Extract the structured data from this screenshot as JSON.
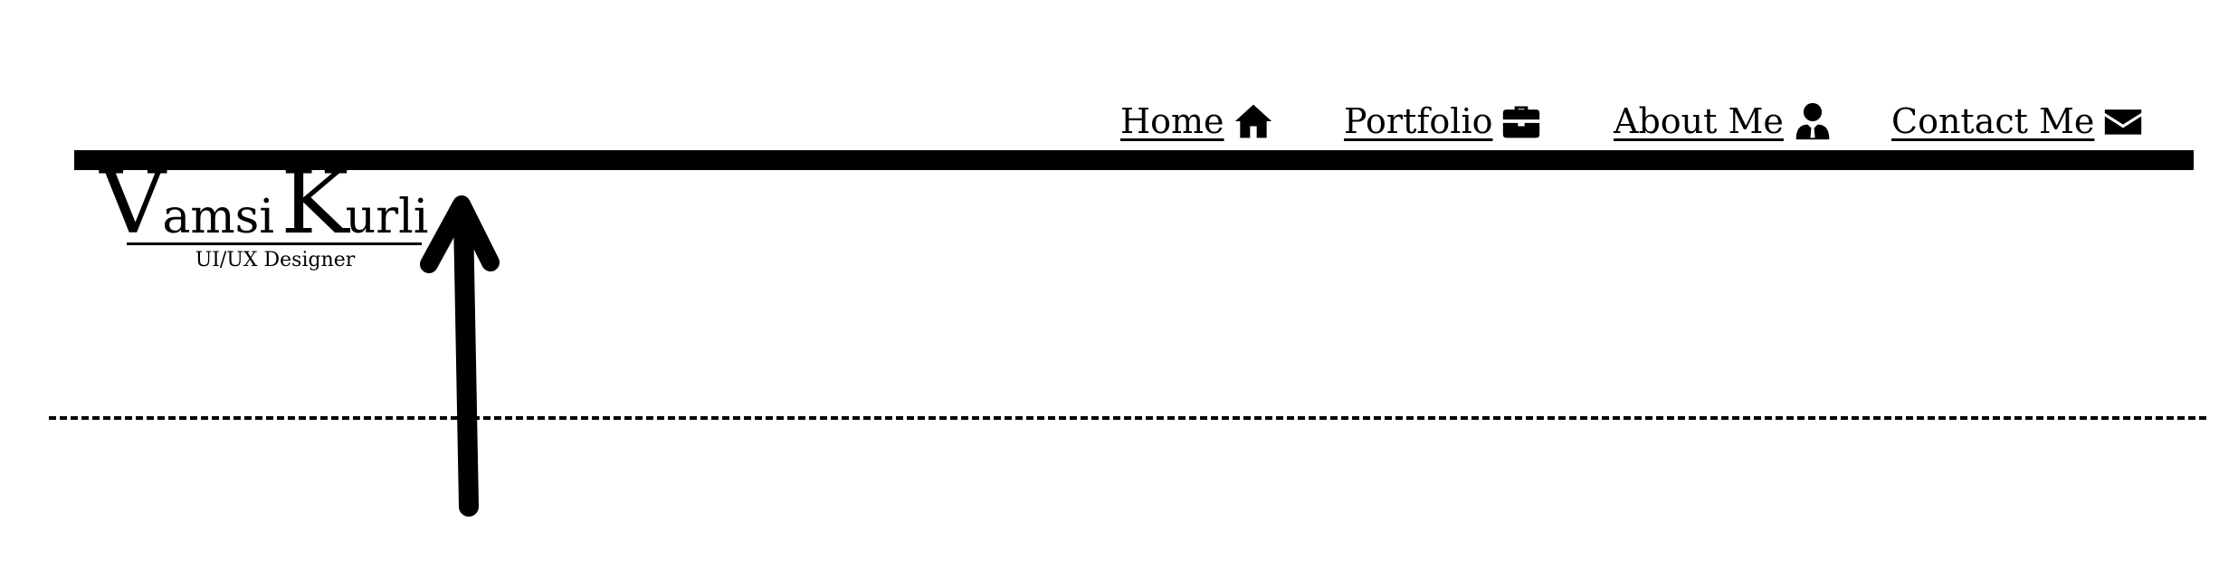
{
  "nav": {
    "items": [
      {
        "label": "Home",
        "icon": "home-icon"
      },
      {
        "label": "Portfolio",
        "icon": "briefcase-icon"
      },
      {
        "label": "About Me",
        "icon": "user-icon"
      },
      {
        "label": "Contact Me",
        "icon": "envelope-icon"
      }
    ]
  },
  "logo": {
    "first_cap": "V",
    "first_rest": "amsi",
    "last_cap": "K",
    "last_rest": "urli",
    "tagline": "UI/UX Designer"
  },
  "colors": {
    "text": "#000000",
    "background": "#ffffff",
    "rule": "#000000"
  }
}
